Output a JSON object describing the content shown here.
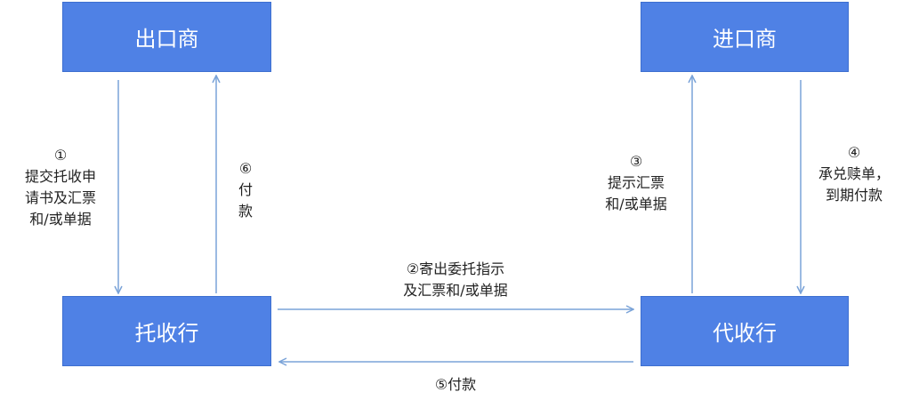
{
  "nodes": {
    "exporter": "出口商",
    "importer": "进口商",
    "remitting_bank": "托收行",
    "collecting_bank": "代收行"
  },
  "steps": {
    "s1": {
      "num": "①",
      "lines": [
        "提交托收申",
        "请书及汇票",
        "和/或单据"
      ]
    },
    "s2": {
      "lines": [
        "②寄出委托指示",
        "及汇票和/或单据"
      ]
    },
    "s3": {
      "num": "③",
      "lines": [
        "提示汇票",
        "和/或单据"
      ]
    },
    "s4": {
      "num": "④",
      "lines": [
        "承兑赎单，",
        "到期付款"
      ]
    },
    "s5": {
      "lines": [
        "⑤付款"
      ]
    },
    "s6": {
      "num": "⑥",
      "lines": [
        "付",
        "款"
      ]
    }
  },
  "colors": {
    "node_fill": "#4f81e5",
    "arrow": "#7aa3d8"
  }
}
